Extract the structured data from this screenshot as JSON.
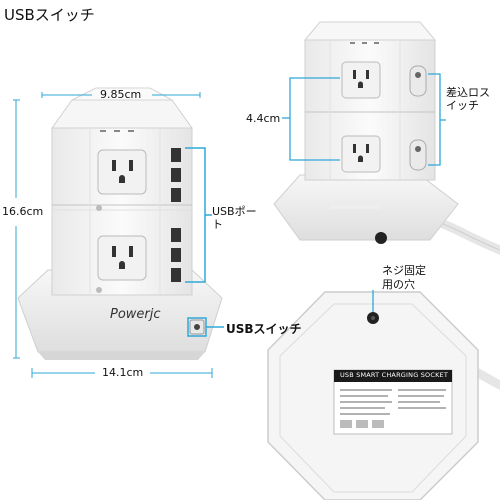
{
  "header": {
    "title": "USBスイッチ"
  },
  "dimensions": {
    "width_top": "9.85cm",
    "height": "16.6cm",
    "width_base": "14.1cm",
    "module_height": "4.4cm"
  },
  "callouts": {
    "usb_port": "USBポート",
    "usb_switch": "USBスイッチ",
    "outlet_switch_line1": "差込ロス",
    "outlet_switch_line2": "イッチ",
    "screw_line1": "ネジ固定",
    "screw_line2": "用の穴"
  },
  "product": {
    "brand": "Powerjc",
    "label_title": "USB SMART CHARGING SOCKET"
  },
  "colors": {
    "accent": "#2fa8d8",
    "body": "#f4f4f4",
    "outline": "#c8c8c8"
  }
}
